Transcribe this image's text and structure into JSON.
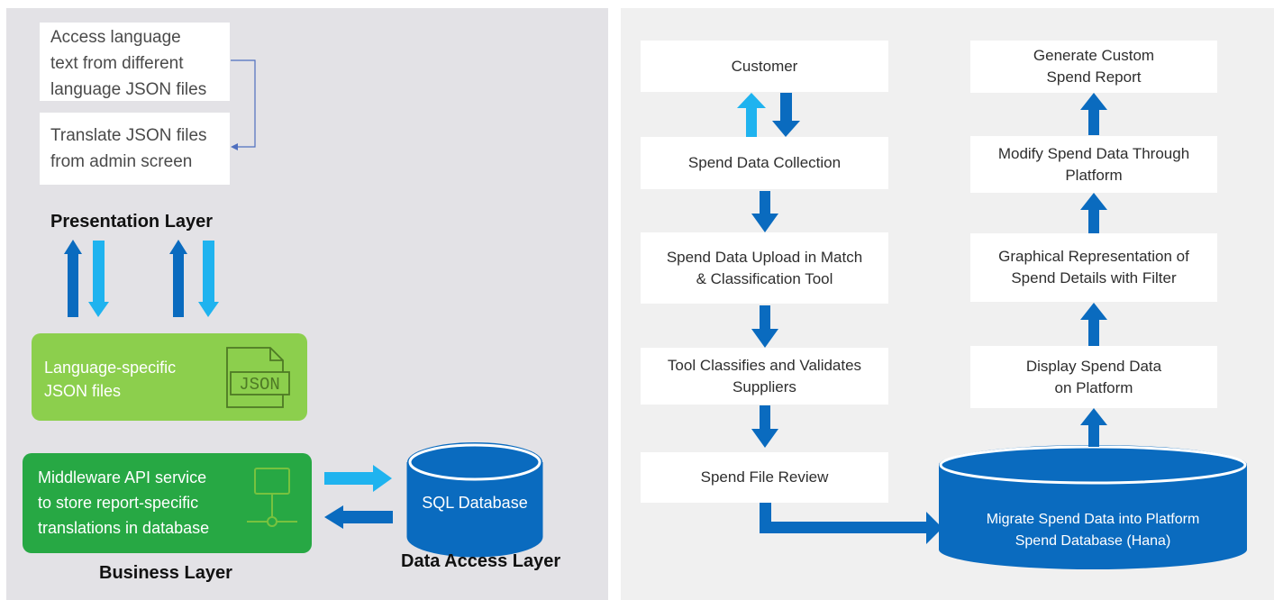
{
  "left": {
    "note1": "Access language\ntext from different\nlanguage JSON files",
    "note2": "Translate JSON files\nfrom admin screen",
    "presentation_layer": "Presentation Layer",
    "json_box": "Language-specific\nJSON files",
    "json_icon_text": "JSON",
    "middleware_box": "Middleware API service\nto store report-specific\ntranslations  in database",
    "business_layer": "Business Layer",
    "sql_database": "SQL Database",
    "data_access_layer": "Data Access Layer"
  },
  "right": {
    "customer": "Customer",
    "spend_data_collection": "Spend Data Collection",
    "spend_data_upload": "Spend Data Upload in Match\n& Classification Tool",
    "tool_classifies": "Tool Classifies and Validates\nSuppliers",
    "spend_file_review": "Spend File Review",
    "migrate_database": "Migrate Spend Data into Platform\nSpend Database (Hana)",
    "display_spend": "Display Spend Data\non Platform",
    "graphical_rep": "Graphical Representation of\nSpend Details with Filter",
    "modify_spend": "Modify Spend Data Through\nPlatform",
    "generate_report": "Generate Custom\nSpend Report"
  },
  "colors": {
    "dark_blue": "#0a6bbf",
    "light_blue": "#1fb3ef",
    "light_green": "#8ccf4d",
    "green": "#27a844",
    "cylinder": "#0a6bbf"
  }
}
